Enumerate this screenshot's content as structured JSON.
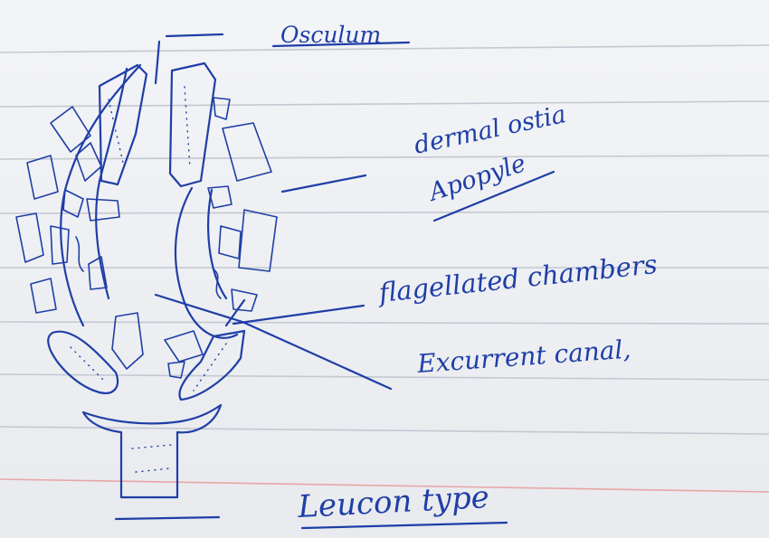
{
  "labels": {
    "osculum": "Osculum",
    "dermal_ostia": "dermal ostia",
    "apopyle": "Apopyle",
    "flagellated_chambers": "flagellated chambers",
    "excurrent_canal": "Excurrent canal,",
    "title": "Leucon type"
  },
  "colors": {
    "ink": "#1f3ea6",
    "paper": "#eef0f3",
    "ruled_line": "#c4c8d2",
    "margin_line": "#e7a6a6"
  }
}
